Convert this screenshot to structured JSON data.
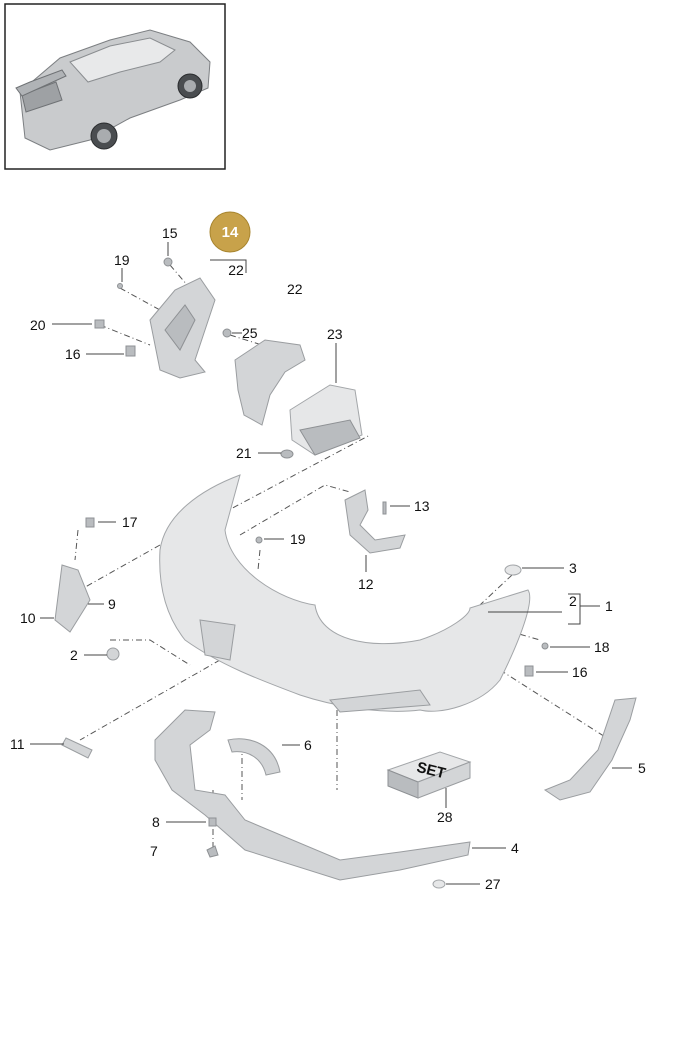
{
  "thumbnail": {
    "icon": "car-rear-view-icon"
  },
  "badge": {
    "label": "14",
    "sub_label": "22",
    "color": "#c8a24a"
  },
  "set_box": {
    "label": "SET"
  },
  "callouts": [
    {
      "id": "c15",
      "label": "15"
    },
    {
      "id": "c19a",
      "label": "19"
    },
    {
      "id": "c22",
      "label": "22"
    },
    {
      "id": "c20",
      "label": "20"
    },
    {
      "id": "c25",
      "label": "25"
    },
    {
      "id": "c16a",
      "label": "16"
    },
    {
      "id": "c23",
      "label": "23"
    },
    {
      "id": "c21",
      "label": "21"
    },
    {
      "id": "c13",
      "label": "13"
    },
    {
      "id": "c17",
      "label": "17"
    },
    {
      "id": "c19b",
      "label": "19"
    },
    {
      "id": "c12",
      "label": "12"
    },
    {
      "id": "c3",
      "label": "3"
    },
    {
      "id": "c2a",
      "label": "2"
    },
    {
      "id": "c1",
      "label": "1"
    },
    {
      "id": "c9",
      "label": "9"
    },
    {
      "id": "c10",
      "label": "10"
    },
    {
      "id": "c18",
      "label": "18"
    },
    {
      "id": "c2b",
      "label": "2"
    },
    {
      "id": "c16b",
      "label": "16"
    },
    {
      "id": "c11",
      "label": "11"
    },
    {
      "id": "c6",
      "label": "6"
    },
    {
      "id": "c5",
      "label": "5"
    },
    {
      "id": "c28",
      "label": "28"
    },
    {
      "id": "c8",
      "label": "8"
    },
    {
      "id": "c7",
      "label": "7"
    },
    {
      "id": "c4",
      "label": "4"
    },
    {
      "id": "c27",
      "label": "27"
    }
  ]
}
